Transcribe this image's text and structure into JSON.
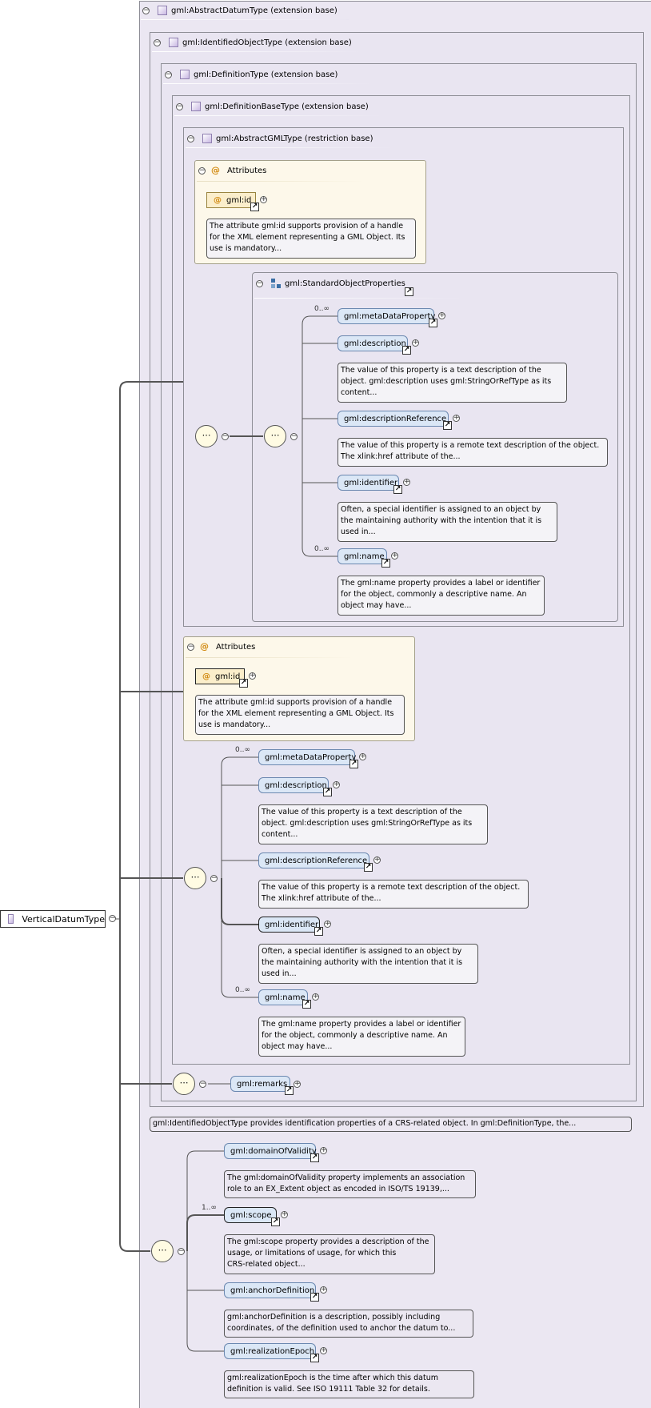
{
  "root": {
    "label": "VerticalDatumType"
  },
  "ext": {
    "abstract_datum": "gml:AbstractDatumType (extension base)",
    "identified_object": "gml:IdentifiedObjectType (extension base)",
    "definition": "gml:DefinitionType (extension base)",
    "definition_base": "gml:DefinitionBaseType (extension base)",
    "abstract_gml": "gml:AbstractGMLType (restriction base)"
  },
  "attributes_label": "Attributes",
  "gml_id": {
    "name": "gml:id",
    "doc": [
      "The attribute gml:id supports provision of a handle",
      "for the XML element representing a GML Object. Its",
      "use is mandatory..."
    ]
  },
  "standard_group": {
    "label": "gml:StandardObjectProperties"
  },
  "std_elements": {
    "meta": {
      "name": "gml:metaDataProperty",
      "card": "0..∞"
    },
    "desc": {
      "name": "gml:description",
      "doc": [
        "The value of this property is a text description of the",
        "object. gml:description uses gml:StringOrRefType as its",
        "content..."
      ]
    },
    "descref": {
      "name": "gml:descriptionReference",
      "doc": [
        "The value of this property is a remote text description of the object.",
        "The xlink:href attribute of the..."
      ]
    },
    "ident": {
      "name": "gml:identifier",
      "doc": [
        "Often, a special identifier is assigned to an object by",
        "the maintaining authority with the intention that it is",
        "used in..."
      ]
    },
    "name": {
      "name": "gml:name",
      "card": "0..∞",
      "doc": [
        "The gml:name property provides a label or identifier",
        "for the object, commonly a descriptive name. An",
        "object may have..."
      ]
    }
  },
  "remarks": {
    "name": "gml:remarks"
  },
  "identified_note": "gml:IdentifiedObjectType provides identification properties of a CRS-related object. In gml:DefinitionType, the...",
  "vertical": {
    "domain": {
      "name": "gml:domainOfValidity",
      "doc": [
        "The gml:domainOfValidity property implements an association",
        "role to an EX_Extent object as encoded in ISO/TS 19139,..."
      ]
    },
    "scope": {
      "name": "gml:scope",
      "card": "1..∞",
      "doc": [
        "The gml:scope property provides a description of the",
        "usage, or limitations of usage, for which this",
        "CRS-related object..."
      ]
    },
    "anchor": {
      "name": "gml:anchorDefinition",
      "doc": [
        "gml:anchorDefinition is a description, possibly including",
        "coordinates, of the definition used to anchor the datum to..."
      ]
    },
    "epoch": {
      "name": "gml:realizationEpoch",
      "doc": [
        "gml:realizationEpoch is the time after which this datum",
        "definition is valid. See ISO 19111 Table 32 for details."
      ]
    }
  },
  "symbols": {
    "minus": "−",
    "plus": "+",
    "arrow": "↗",
    "seq": "⋯",
    "at": "@"
  },
  "colors": {
    "element_fill": "#dbe7f6",
    "attribute_fill": "#fdf8ea",
    "box_fill": "#e9e5f1",
    "compositor_fill": "#fffbe3"
  }
}
